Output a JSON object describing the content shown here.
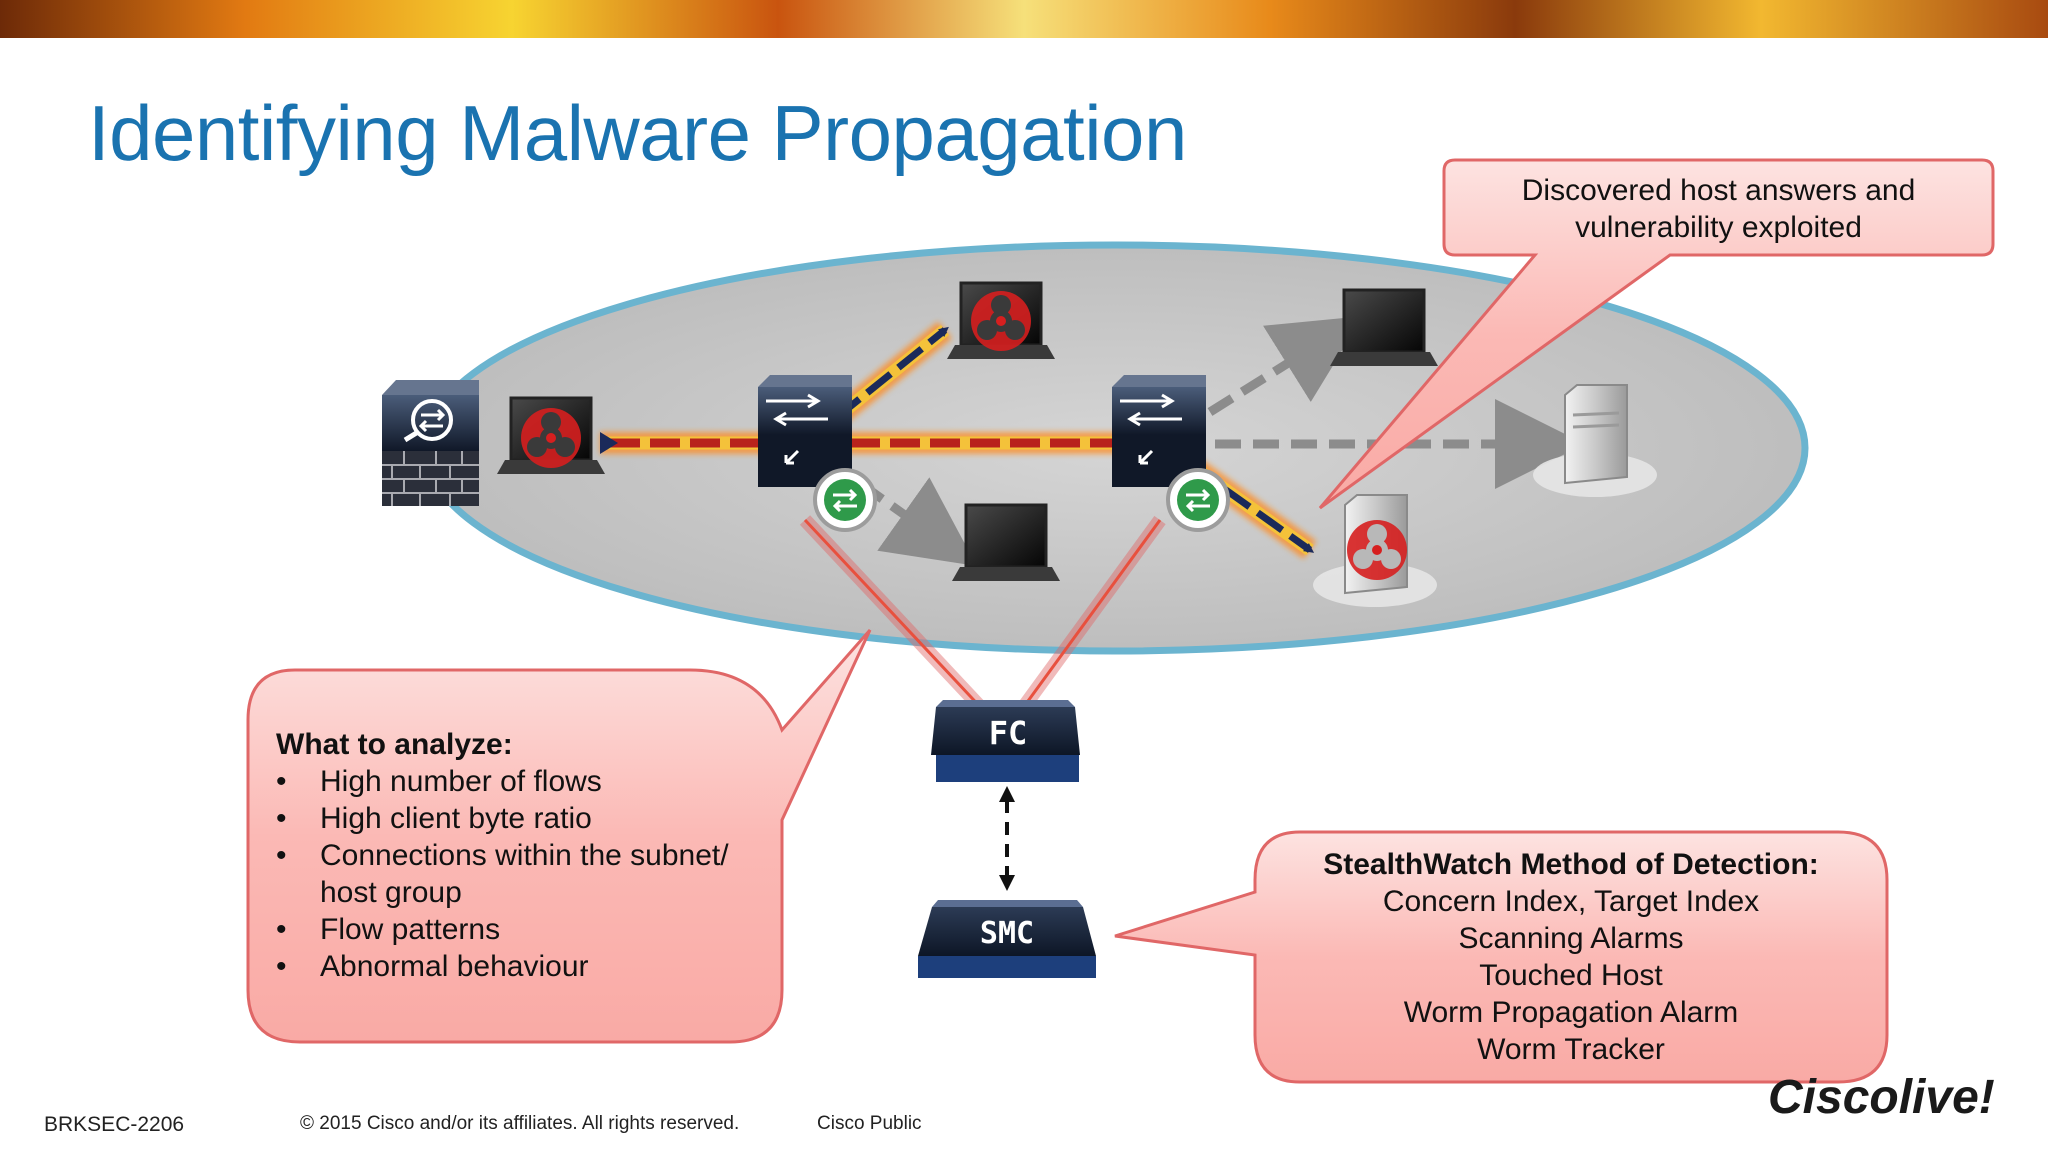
{
  "title": "Identifying Malware Propagation",
  "callout_top": {
    "lines": [
      "Discovered host answers and",
      "vulnerability exploited"
    ]
  },
  "callout_left": {
    "heading": "What to analyze:",
    "items": [
      "High number of flows",
      "High client byte ratio",
      "Connections within the subnet/ host group",
      "Flow patterns",
      "Abnormal behaviour"
    ]
  },
  "callout_right": {
    "heading": "StealthWatch Method of Detection:",
    "lines": [
      "Concern Index, Target Index",
      "Scanning Alarms",
      "Touched Host",
      "Worm Propagation Alarm",
      "Worm Tracker"
    ]
  },
  "devices": {
    "fc_label": "FC",
    "smc_label": "SMC"
  },
  "footer": {
    "session": "BRKSEC-2206",
    "copyright": "© 2015 Cisco and/or its affiliates. All rights reserved.",
    "classification": "Cisco Public"
  },
  "logo": {
    "text": "Ciscolive!"
  },
  "colors": {
    "title": "#1a73b0",
    "callout_fill": "#fbc7c4",
    "callout_border": "#e06767",
    "ellipse_fill": "#c9c9c9",
    "ellipse_border": "#6bb4cf",
    "threat_red": "#d61f1f"
  }
}
